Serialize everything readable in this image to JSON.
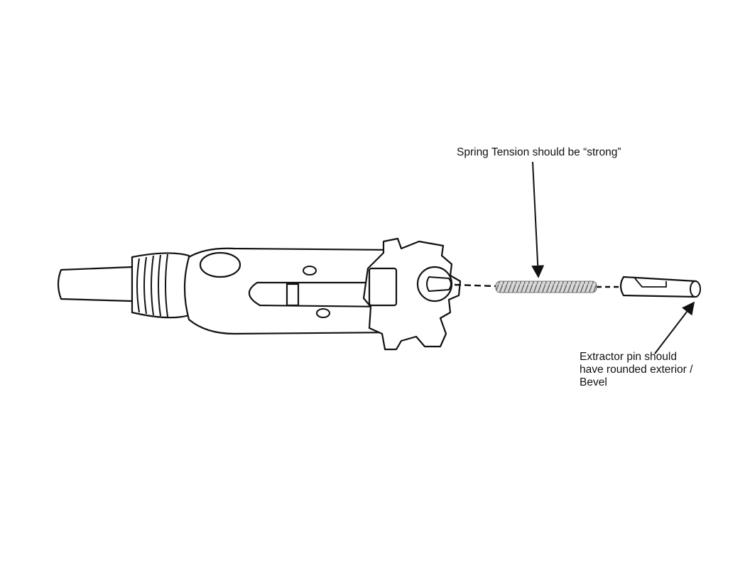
{
  "callouts": {
    "spring": "Spring Tension should be “strong”",
    "extractor": [
      "Extractor pin should",
      "have rounded exterior /",
      "Bevel"
    ]
  },
  "colors": {
    "line": "#111111",
    "fill": "#ffffff",
    "spring": "#9a9a9a"
  }
}
